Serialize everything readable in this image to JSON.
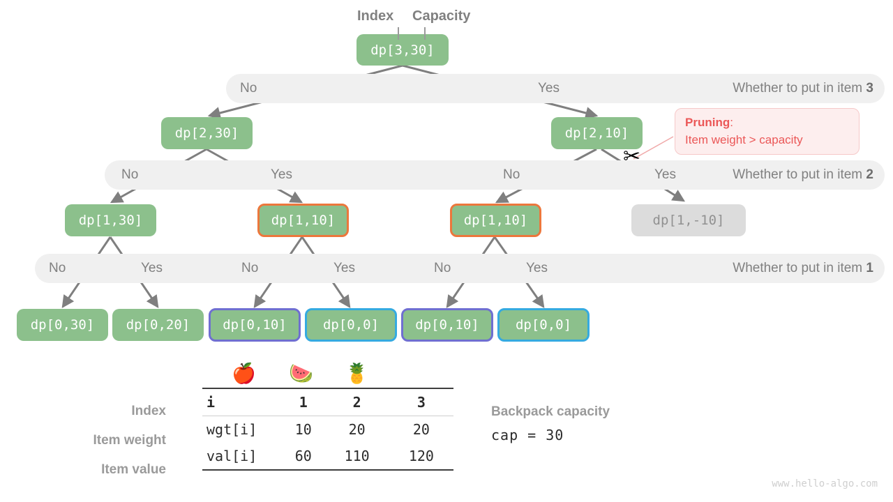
{
  "header": {
    "index_label": "Index",
    "capacity_label": "Capacity"
  },
  "bands": [
    {
      "no": "No",
      "yes": "Yes",
      "question": "Whether to put in item ",
      "item": "3"
    },
    {
      "no": "No",
      "yes": "Yes",
      "question": "Whether to put in item ",
      "item": "2"
    },
    {
      "no": "No",
      "yes": "Yes",
      "question": "Whether to put in item ",
      "item": "1"
    }
  ],
  "band_extra_labels": {
    "level2_no2": "No",
    "level2_yes2": "Yes",
    "level3_no2": "No",
    "level3_yes2": "Yes",
    "level3_no3": "No",
    "level3_yes3": "Yes"
  },
  "nodes": {
    "root": "dp[3,30]",
    "l1a": "dp[2,30]",
    "l1b": "dp[2,10]",
    "l2a": "dp[1,30]",
    "l2b": "dp[1,10]",
    "l2c": "dp[1,10]",
    "l2d": "dp[1,-10]",
    "l3a": "dp[0,30]",
    "l3b": "dp[0,20]",
    "l3c": "dp[0,10]",
    "l3d": "dp[0,0]",
    "l3e": "dp[0,10]",
    "l3f": "dp[0,0]"
  },
  "pruning": {
    "title": "Pruning",
    "colon": ":",
    "detail": "Item weight > capacity",
    "scissors_icon": "✂"
  },
  "table": {
    "fruits": [
      "🍎",
      "🍉",
      "🍍"
    ],
    "row_labels": [
      "Index",
      "Item weight",
      "Item value"
    ],
    "header": [
      "i",
      "1",
      "2",
      "3"
    ],
    "rows": [
      [
        "wgt[i]",
        "10",
        "20",
        "20"
      ],
      [
        "val[i]",
        "60",
        "110",
        "120"
      ]
    ]
  },
  "capacity": {
    "title": "Backpack capacity",
    "value": "cap = 30"
  },
  "watermark": "www.hello-algo.com",
  "colors": {
    "node_green": "#8cc08c",
    "node_gray": "#dcdcdc",
    "band_gray": "#f0f0f0",
    "edge_gray": "#7f7f7f",
    "accent_orange": "#ec773c",
    "accent_purple": "#6f6fd1",
    "accent_cyan": "#35aae0",
    "prune_red": "#eb5757"
  }
}
